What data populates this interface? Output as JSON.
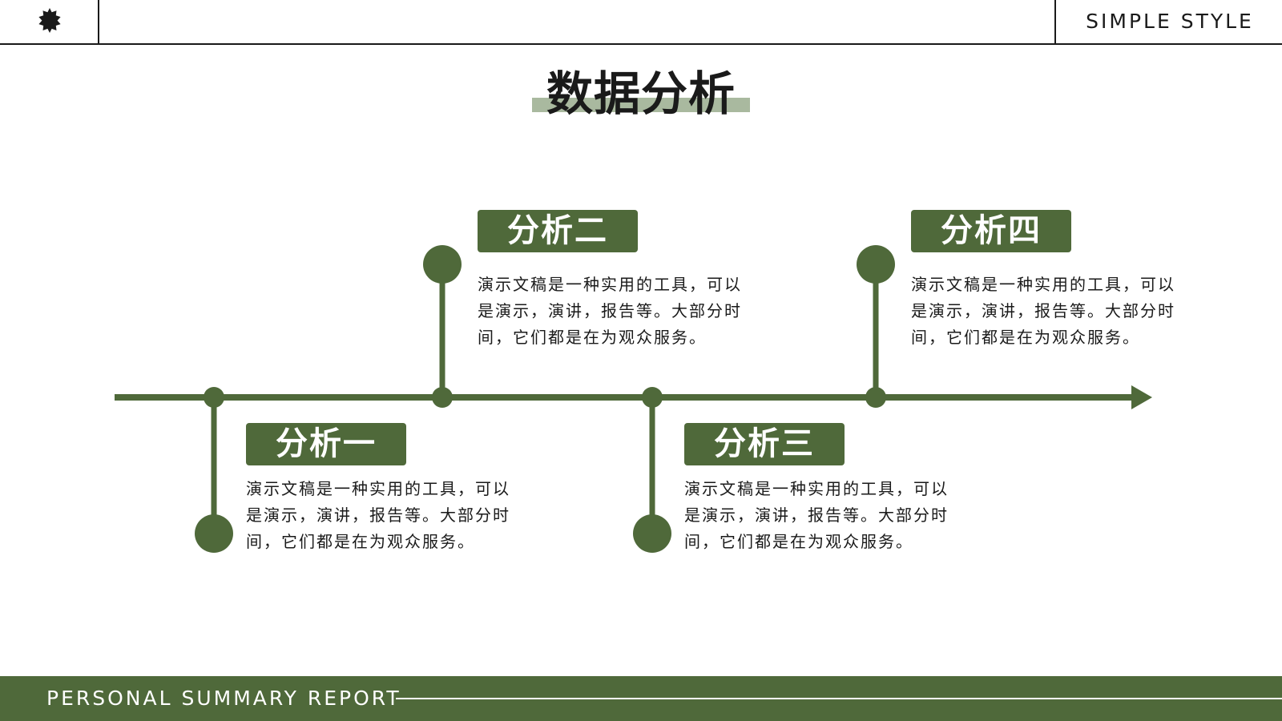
{
  "header": {
    "brand": "SIMPLE STYLE",
    "logo_icon": "starburst-icon"
  },
  "title": "数据分析",
  "colors": {
    "accent": "#4f693a",
    "title_highlight": "#a9b99f",
    "ink": "#1a1a1a"
  },
  "items": [
    {
      "label": "分析一",
      "text": "演示文稿是一种实用的工具，可以是演示，演讲，报告等。大部分时间，它们都是在为观众服务。"
    },
    {
      "label": "分析二",
      "text": "演示文稿是一种实用的工具，可以是演示，演讲，报告等。大部分时间，它们都是在为观众服务。"
    },
    {
      "label": "分析三",
      "text": "演示文稿是一种实用的工具，可以是演示，演讲，报告等。大部分时间，它们都是在为观众服务。"
    },
    {
      "label": "分析四",
      "text": "演示文稿是一种实用的工具，可以是演示，演讲，报告等。大部分时间，它们都是在为观众服务。"
    }
  ],
  "footer": {
    "text": "PERSONAL SUMMARY REPORT"
  }
}
